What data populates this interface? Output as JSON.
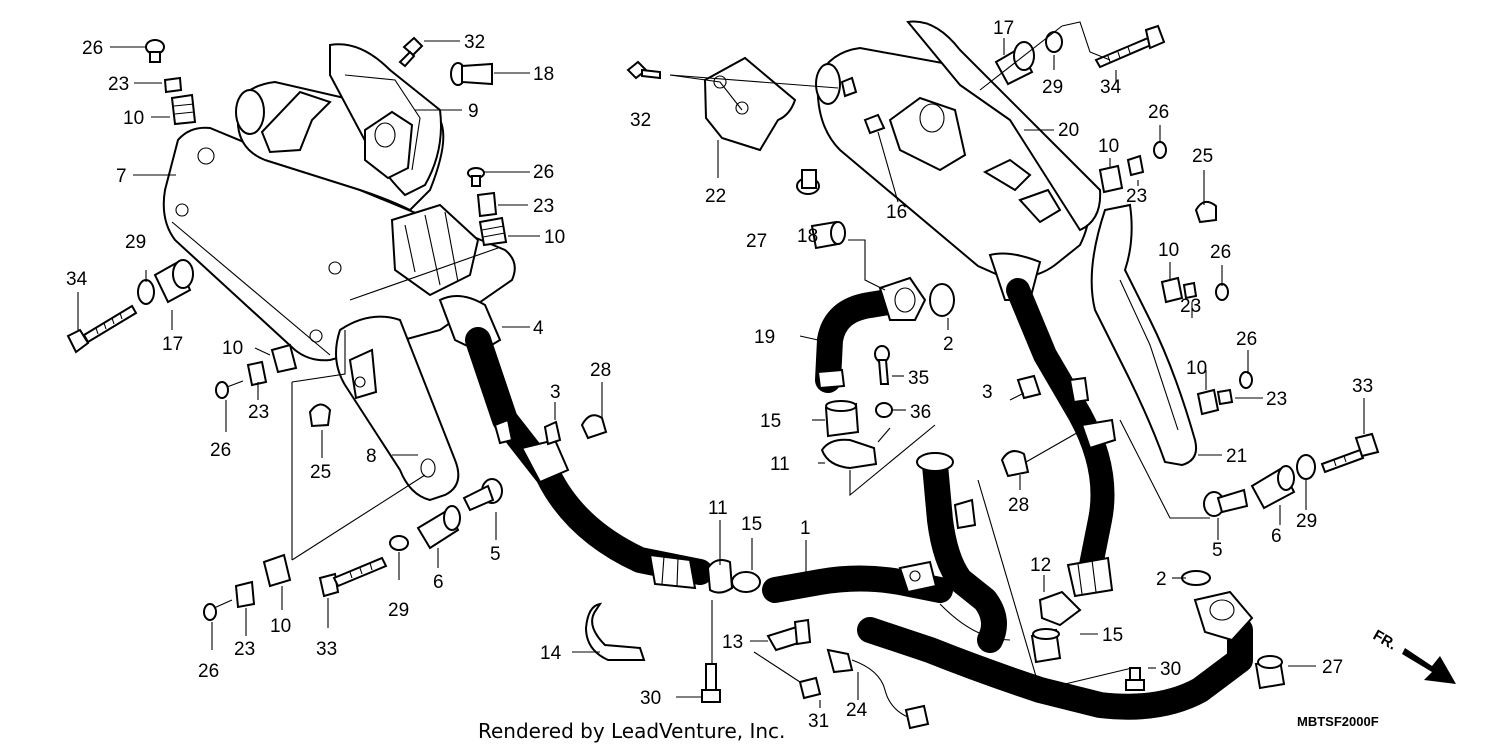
{
  "credit": "Rendered by LeadVenture, Inc.",
  "diagram_code": "MBTSF2000F",
  "front_marker": "FR.",
  "callouts": {
    "c1": "1",
    "c2a": "2",
    "c2b": "2",
    "c3a": "3",
    "c3b": "3",
    "c4": "4",
    "c5a": "5",
    "c5b": "5",
    "c6a": "6",
    "c6b": "6",
    "c7": "7",
    "c8": "8",
    "c9": "9",
    "c10a": "10",
    "c10b": "10",
    "c10c": "10",
    "c10d": "10",
    "c10e": "10",
    "c10f": "10",
    "c10g": "10",
    "c11a": "11",
    "c11b": "11",
    "c12": "12",
    "c13": "13",
    "c14": "14",
    "c15a": "15",
    "c15b": "15",
    "c15c": "15",
    "c16": "16",
    "c17a": "17",
    "c17b": "17",
    "c18a": "18",
    "c18b": "18",
    "c19": "19",
    "c20": "20",
    "c21": "21",
    "c22": "22",
    "c23a": "23",
    "c23b": "23",
    "c23c": "23",
    "c23d": "23",
    "c23e": "23",
    "c23f": "23",
    "c23g": "23",
    "c24": "24",
    "c25a": "25",
    "c25b": "25",
    "c26a": "26",
    "c26b": "26",
    "c26c": "26",
    "c26d": "26",
    "c26e": "26",
    "c26f": "26",
    "c26g": "26",
    "c27a": "27",
    "c27b": "27",
    "c28a": "28",
    "c28b": "28",
    "c29a": "29",
    "c29b": "29",
    "c29c": "29",
    "c29d": "29",
    "c30a": "30",
    "c30b": "30",
    "c31": "31",
    "c32a": "32",
    "c32b": "32",
    "c33a": "33",
    "c33b": "33",
    "c34a": "34",
    "c34b": "34",
    "c35": "35",
    "c36": "36"
  }
}
